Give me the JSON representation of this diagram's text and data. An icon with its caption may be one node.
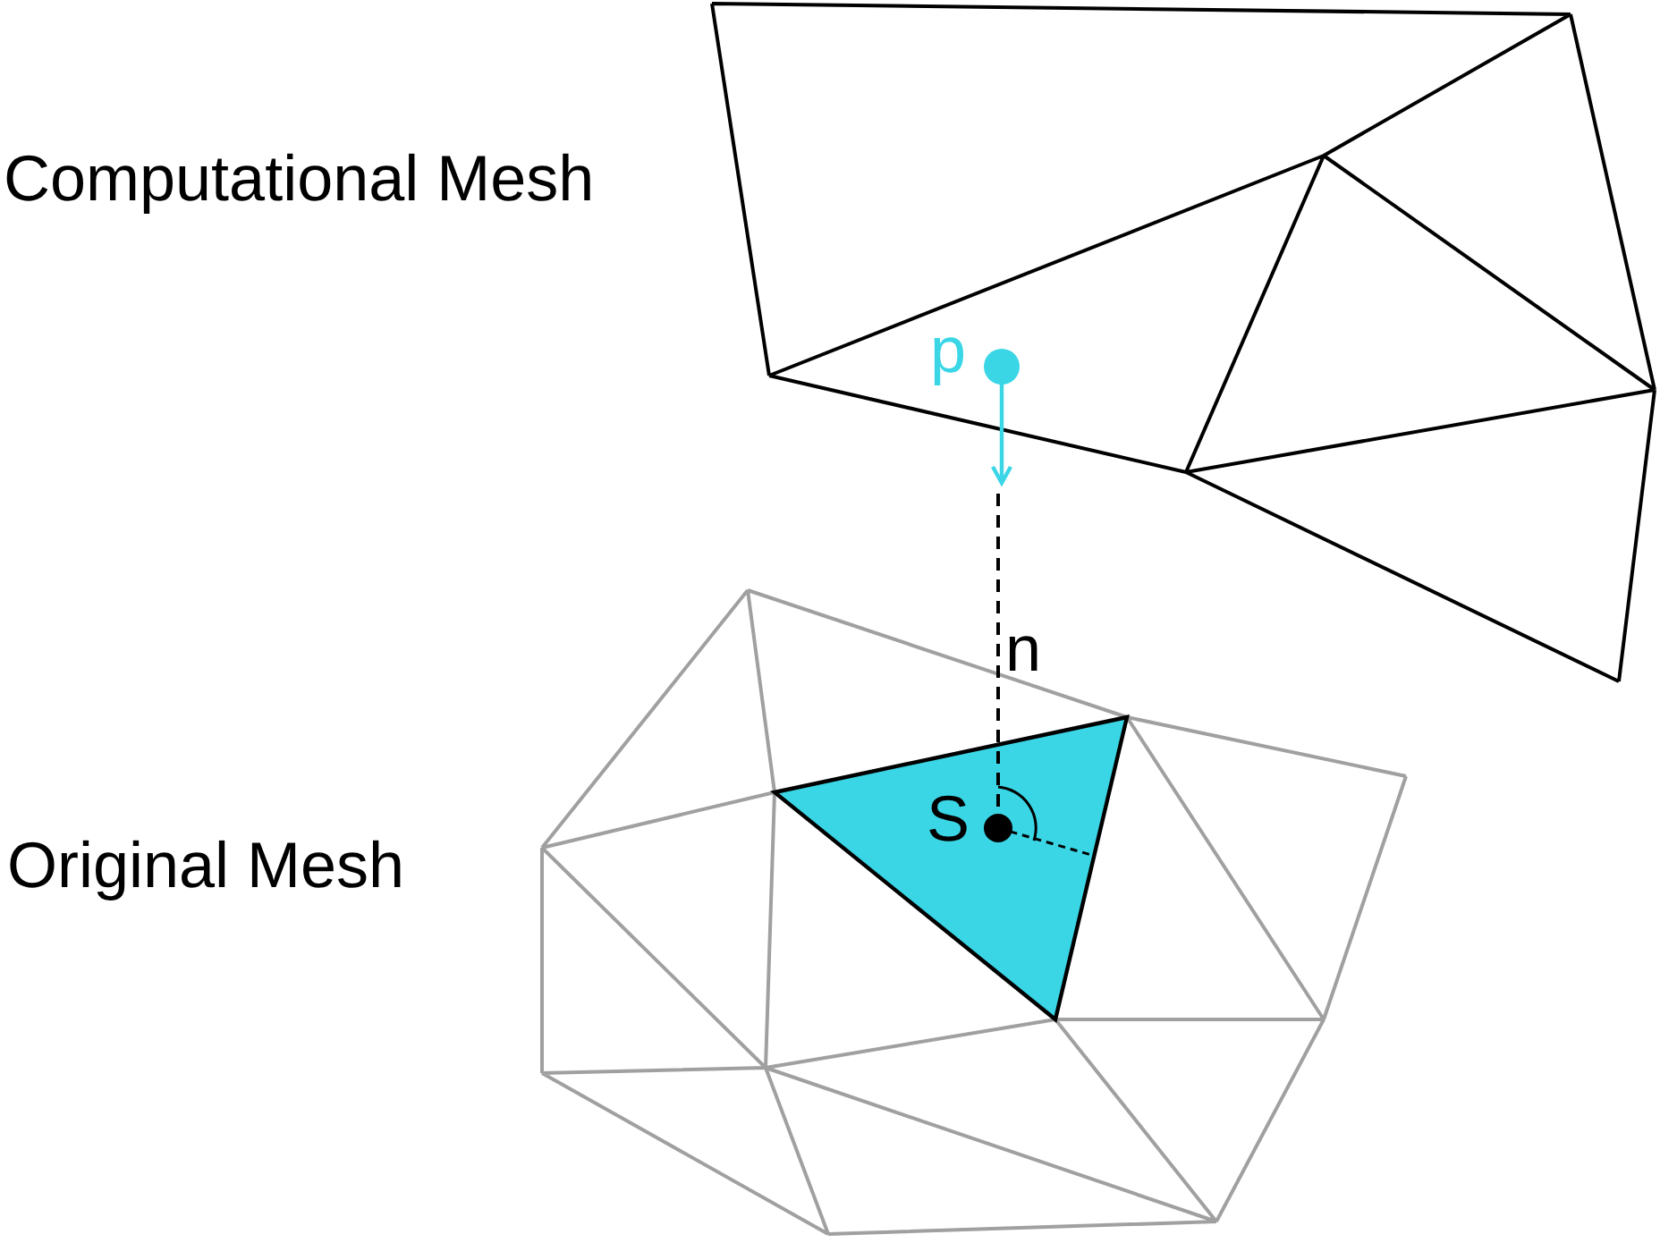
{
  "diagram": {
    "labels": [
      "Computational Mesh",
      "p",
      "n",
      "S",
      "Original Mesh"
    ]
  }
}
